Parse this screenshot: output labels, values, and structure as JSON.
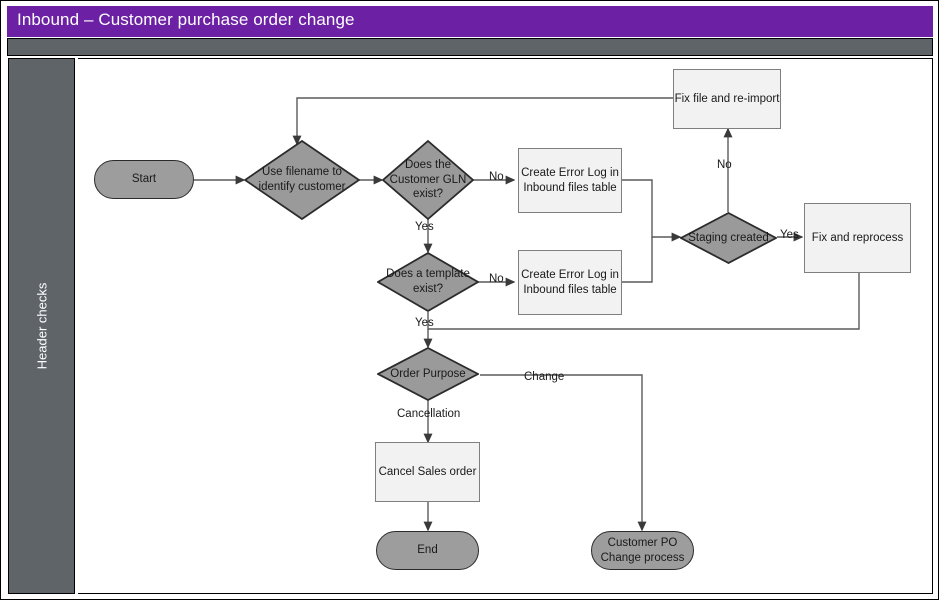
{
  "title": {
    "text": "Inbound – Customer purchase order change"
  },
  "lane": {
    "label": "Header checks"
  },
  "colors": {
    "title_bar": "#6c21a5",
    "band": "#5e6468",
    "lane": "#5e6468",
    "decision_fill": "#9a9a9a",
    "terminator_fill": "#9d9d9d",
    "process_fill": "#f2f2f2",
    "process_border": "#7f7f7f",
    "shape_border": "#2b2b2b",
    "canvas": "#ffffff"
  },
  "diagram": {
    "type": "flowchart",
    "nodes": [
      {
        "id": "start",
        "shape": "terminator",
        "label": "Start"
      },
      {
        "id": "use-filename",
        "shape": "decision",
        "label": "Use filename to identify customer"
      },
      {
        "id": "gln-exists",
        "shape": "decision",
        "label": "Does the Customer GLN exist?"
      },
      {
        "id": "error-log-gln",
        "shape": "process",
        "label": "Create Error Log in Inbound files table"
      },
      {
        "id": "template-exists",
        "shape": "decision",
        "label": "Does a template exist?"
      },
      {
        "id": "error-log-tpl",
        "shape": "process",
        "label": "Create Error Log in Inbound files table"
      },
      {
        "id": "staging-created",
        "shape": "decision",
        "label": "Staging created"
      },
      {
        "id": "fix-reimport",
        "shape": "process",
        "label": "Fix file and re-import"
      },
      {
        "id": "fix-reprocess",
        "shape": "process",
        "label": "Fix and reprocess"
      },
      {
        "id": "order-purpose",
        "shape": "decision",
        "label": "Order Purpose"
      },
      {
        "id": "cancel-sales",
        "shape": "process",
        "label": "Cancel Sales order"
      },
      {
        "id": "end",
        "shape": "terminator",
        "label": "End"
      },
      {
        "id": "po-change",
        "shape": "terminator",
        "label": "Customer PO Change process"
      }
    ],
    "edge_labels": {
      "gln_no": "No",
      "gln_yes": "Yes",
      "template_no": "No",
      "template_yes": "Yes",
      "staging_no": "No",
      "staging_yes": "Yes",
      "purpose_change": "Change",
      "purpose_cancellation": "Cancellation"
    }
  }
}
